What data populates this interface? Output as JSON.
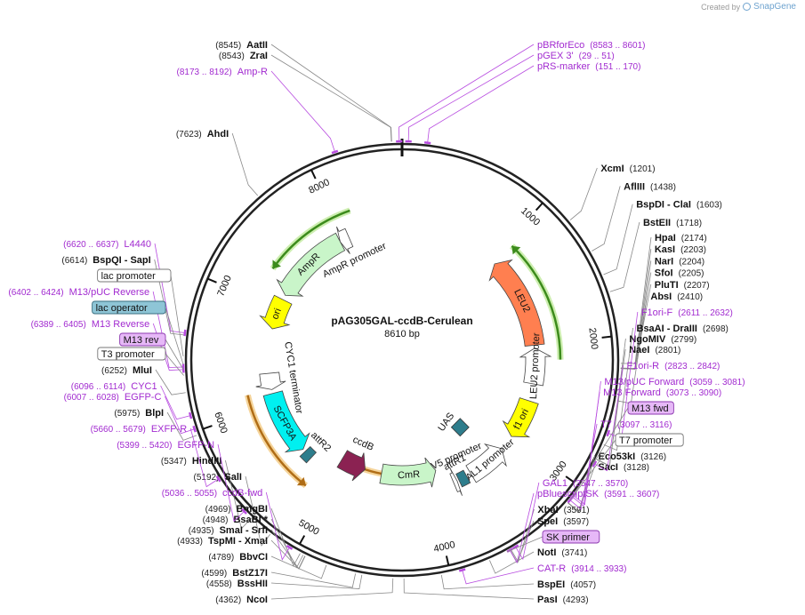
{
  "credit": {
    "prefix": "Created by",
    "brand": "SnapGene"
  },
  "plasmid": {
    "name": "pAG305GAL-ccdB-Cerulean",
    "size_label": "8610 bp",
    "length": 8610
  },
  "ring_ticks": [
    {
      "bp": 1000,
      "label": "1000"
    },
    {
      "bp": 2000,
      "label": "2000"
    },
    {
      "bp": 3000,
      "label": "3000"
    },
    {
      "bp": 4000,
      "label": "4000"
    },
    {
      "bp": 5000,
      "label": "5000"
    },
    {
      "bp": 6000,
      "label": "6000"
    },
    {
      "bp": 7000,
      "label": "7000"
    },
    {
      "bp": 8000,
      "label": "8000"
    }
  ],
  "sites_right": [
    {
      "name": "XcmI",
      "pos": "(1201)",
      "bp": 1201
    },
    {
      "name": "AflIII",
      "pos": "(1438)",
      "bp": 1438
    },
    {
      "name": "BspDI  - ClaI",
      "pos": "(1603)",
      "bp": 1603
    },
    {
      "name": "BstEII",
      "pos": "(1718)",
      "bp": 1718
    },
    {
      "name": "HpaI",
      "pos": "(2174)",
      "bp": 2174
    },
    {
      "name": "KasI",
      "pos": "(2203)",
      "bp": 2203
    },
    {
      "name": "NarI",
      "pos": "(2204)",
      "bp": 2204
    },
    {
      "name": "SfoI",
      "pos": "(2205)",
      "bp": 2205
    },
    {
      "name": "PluTI",
      "pos": "(2207)",
      "bp": 2207
    },
    {
      "name": "AbsI",
      "pos": "(2410)",
      "bp": 2410
    },
    {
      "name": "BsaAI  - DraIII",
      "pos": "(2698)",
      "bp": 2698
    },
    {
      "name": "NgoMIV",
      "pos": "(2799)",
      "bp": 2799
    },
    {
      "name": "NaeI",
      "pos": "(2801)",
      "bp": 2801
    },
    {
      "name": "Eco53kI",
      "pos": "(3126)",
      "bp": 3126
    },
    {
      "name": "SacI",
      "pos": "(3128)",
      "bp": 3128
    },
    {
      "name": "XbaI",
      "pos": "(3591)",
      "bp": 3591
    },
    {
      "name": "SpeI",
      "pos": "(3597)",
      "bp": 3597
    },
    {
      "name": "NotI",
      "pos": "(3741)",
      "bp": 3741
    },
    {
      "name": "BspEI",
      "pos": "(4057)",
      "bp": 4057
    },
    {
      "name": "PasI",
      "pos": "(4293)",
      "bp": 4293
    }
  ],
  "sites_left": [
    {
      "name": "AatII",
      "pos": "(8545)",
      "bp": 8545
    },
    {
      "name": "ZraI",
      "pos": "(8543)",
      "bp": 8543
    },
    {
      "name": "AhdI",
      "pos": "(7623)",
      "bp": 7623
    },
    {
      "name": "BspQI  - SapI",
      "pos": "(6614)",
      "bp": 6614
    },
    {
      "name": "MluI",
      "pos": "(6252)",
      "bp": 6252
    },
    {
      "name": "BlpI",
      "pos": "(5975)",
      "bp": 5975
    },
    {
      "name": "HindIII",
      "pos": "(5347)",
      "bp": 5347
    },
    {
      "name": "SalI",
      "pos": "(5192)",
      "bp": 5192
    },
    {
      "name": "BmgBI",
      "pos": "(4969)",
      "bp": 4969
    },
    {
      "name": "BsaBI *",
      "pos": "(4948)",
      "bp": 4948
    },
    {
      "name": "SmaI  - SrfI",
      "pos": "(4935)",
      "bp": 4935
    },
    {
      "name": "TspMI  - XmaI",
      "pos": "(4933)",
      "bp": 4933
    },
    {
      "name": "BbvCI",
      "pos": "(4789)",
      "bp": 4789
    },
    {
      "name": "BstZ17I",
      "pos": "(4599)",
      "bp": 4599
    },
    {
      "name": "BssHII",
      "pos": "(4558)",
      "bp": 4558
    },
    {
      "name": "NcoI",
      "pos": "(4362)",
      "bp": 4362
    }
  ],
  "primers_right": [
    {
      "name": "pBRforEco",
      "range": "(8583 .. 8601)",
      "bp": 8592
    },
    {
      "name": "pGEX 3'",
      "range": "(29 .. 51)",
      "bp": 40
    },
    {
      "name": "pRS-marker",
      "range": "(151 .. 170)",
      "bp": 160
    },
    {
      "name": "F1ori-F",
      "range": "(2611 .. 2632)",
      "bp": 2621
    },
    {
      "name": "F1ori-R",
      "range": "(2823 .. 2842)",
      "bp": 2832
    },
    {
      "name": "M13/pUC Forward",
      "range": "(3059 .. 3081)",
      "bp": 3070
    },
    {
      "name": "M13 Forward",
      "range": "(3073 .. 3090)",
      "bp": 3081
    },
    {
      "name": "T7",
      "range": "(3097 .. 3116)",
      "bp": 3106
    },
    {
      "name": "GAL1",
      "range": "(3547 .. 3570)",
      "bp": 3558
    },
    {
      "name": "pBluescriptSK",
      "range": "(3591 .. 3607)",
      "bp": 3599
    },
    {
      "name": "CAT-R",
      "range": "(3914 .. 3933)",
      "bp": 3923
    }
  ],
  "primers_left": [
    {
      "name": "Amp-R",
      "range": "(8173 .. 8192)",
      "bp": 8182
    },
    {
      "name": "L4440",
      "range": "(6620 .. 6637)",
      "bp": 6628
    },
    {
      "name": "M13/pUC Reverse",
      "range": "(6402 .. 6424)",
      "bp": 6413
    },
    {
      "name": "M13 Reverse",
      "range": "(6389 .. 6405)",
      "bp": 6397
    },
    {
      "name": "CYC1",
      "range": "(6096 .. 6114)",
      "bp": 6105
    },
    {
      "name": "EGFP-C",
      "range": "(6007 .. 6028)",
      "bp": 6017
    },
    {
      "name": "EXFP-R",
      "range": "(5660 .. 5679)",
      "bp": 5669
    },
    {
      "name": "EGFP-N",
      "range": "(5399 .. 5420)",
      "bp": 5409
    },
    {
      "name": "ccdB-fwd",
      "range": "(5036 .. 5055)",
      "bp": 5045
    }
  ],
  "boxed_features": [
    {
      "name": "M13 fwd",
      "style": "purple",
      "bp": 3081
    },
    {
      "name": "T7 promoter",
      "style": "white",
      "bp": 3106
    },
    {
      "name": "SK primer",
      "style": "purple",
      "bp": 3620
    },
    {
      "name": "lac promoter",
      "style": "white",
      "bp": 6480
    },
    {
      "name": "lac operator",
      "style": "blue",
      "bp": 6430
    },
    {
      "name": "M13 rev",
      "style": "purple",
      "bp": 6397
    },
    {
      "name": "T3 promoter",
      "style": "white",
      "bp": 6360
    }
  ],
  "features": [
    {
      "name": "AmpR",
      "type": "arrow",
      "start": 7150,
      "end": 7950,
      "dir": -1,
      "r": 150,
      "color": "#c9f5c9"
    },
    {
      "name": "AmpR promoter",
      "type": "arrow",
      "start": 7950,
      "end": 8050,
      "dir": -1,
      "r": 150,
      "color": "#ffffff"
    },
    {
      "name": "ori",
      "type": "arrow",
      "start": 6780,
      "end": 7100,
      "dir": -1,
      "r": 150,
      "color": "#ffff00"
    },
    {
      "name": "CYC1 terminator",
      "type": "arrow",
      "start": 6150,
      "end": 6320,
      "dir": -1,
      "r": 150,
      "color": "#ffffff"
    },
    {
      "name": "SCFP3A",
      "type": "arrow",
      "start": 5450,
      "end": 6110,
      "dir": -1,
      "r": 150,
      "color": "#00f0f0"
    },
    {
      "name": "attR2",
      "type": "box",
      "start": 5330,
      "end": 5420,
      "dir": 0,
      "r": 150,
      "color": "#2e7d8c"
    },
    {
      "name": "LEU2",
      "type": "arrow",
      "start": 1050,
      "end": 2000,
      "dir": -1,
      "r": 150,
      "color": "#ff7f50"
    },
    {
      "name": "LEU2 promoter",
      "type": "arrow",
      "start": 2030,
      "end": 2400,
      "dir": -1,
      "r": 150,
      "color": "#ffffff"
    },
    {
      "name": "f1 ori",
      "type": "arrow",
      "start": 2580,
      "end": 2990,
      "dir": 1,
      "r": 150,
      "color": "#ffff00"
    },
    {
      "name": "GAL1 promoter",
      "type": "arrow",
      "start": 3150,
      "end": 3560,
      "dir": -1,
      "r": 150,
      "color": "#ffffff"
    },
    {
      "name": "attR1",
      "type": "box",
      "start": 3610,
      "end": 3700,
      "dir": 0,
      "r": 150,
      "color": "#2e7d8c"
    },
    {
      "name": "lac UV5 promoter",
      "type": "arrow",
      "start": 3720,
      "end": 3760,
      "dir": -1,
      "r": 150,
      "color": "#ffffff"
    },
    {
      "name": "CmR",
      "type": "arrow",
      "start": 3900,
      "end": 4550,
      "dir": -1,
      "r": 130,
      "color": "#c9f5c9"
    },
    {
      "name": "ccdB",
      "type": "arrow",
      "start": 4750,
      "end": 5050,
      "dir": -1,
      "r": 130,
      "color": "#8b2252"
    },
    {
      "name": "UAS",
      "type": "diamond",
      "start": 3330,
      "end": 3330,
      "dir": 0,
      "r": 100,
      "color": "#2e7d8c"
    }
  ],
  "orfs": [
    {
      "start": 7300,
      "end": 8150,
      "dir": -1,
      "r": 178,
      "color": "#3c8b1c",
      "glow": "#cdeeb0"
    },
    {
      "start": 1050,
      "end": 2150,
      "dir": -1,
      "r": 178,
      "color": "#3c8b1c",
      "glow": "#cdeeb0"
    },
    {
      "start": 5200,
      "end": 6150,
      "dir": -1,
      "r": 178,
      "color": "#b06d16",
      "glow": "#f5d49a"
    },
    {
      "start": 4250,
      "end": 4800,
      "dir": -1,
      "r": 130,
      "color": "#b06d16",
      "glow": "#f5d49a"
    }
  ]
}
